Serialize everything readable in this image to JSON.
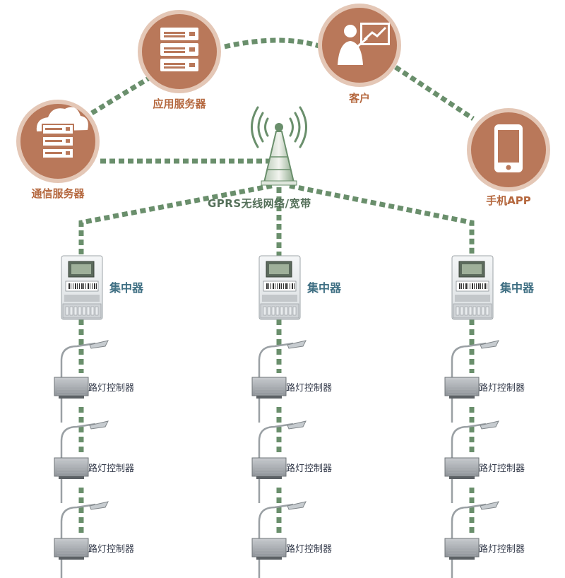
{
  "colors": {
    "node_fill": "#b9785a",
    "node_ring": "#e4c7b6",
    "link": "#6a8f6c",
    "label_top": "#b5683f",
    "label_col": "#3f6f83"
  },
  "top_nodes": {
    "app_server": {
      "label": "应用服务器",
      "icon": "server-rack-icon"
    },
    "client": {
      "label": "客户",
      "icon": "presenter-chart-icon"
    },
    "comm_server": {
      "label": "通信服务器",
      "icon": "cloud-server-icon"
    },
    "mobile_app": {
      "label": "手机APP",
      "icon": "smartphone-icon"
    }
  },
  "network": {
    "label": "GPRS无线网络/宽带",
    "icon": "signal-tower-icon"
  },
  "columns": [
    {
      "concentrator": "集中器",
      "controllers": [
        "路灯控制器",
        "路灯控制器",
        "路灯控制器"
      ]
    },
    {
      "concentrator": "集中器",
      "controllers": [
        "路灯控制器",
        "路灯控制器",
        "路灯控制器"
      ]
    },
    {
      "concentrator": "集中器",
      "controllers": [
        "路灯控制器",
        "路灯控制器",
        "路灯控制器"
      ]
    }
  ]
}
